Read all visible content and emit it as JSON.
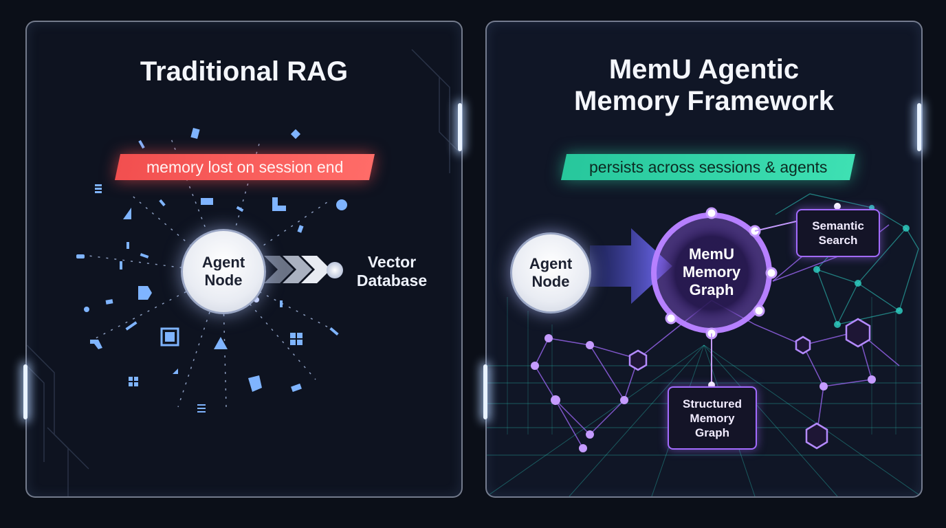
{
  "left_panel": {
    "title": "Traditional RAG",
    "banner": "memory lost on session end",
    "agent_node": {
      "line1": "Agent",
      "line2": "Node"
    },
    "vector_db": {
      "line1": "Vector",
      "line2": "Database"
    }
  },
  "right_panel": {
    "title_line1": "MemU Agentic",
    "title_line2": "Memory Framework",
    "banner": "persists across sessions & agents",
    "agent_node": {
      "line1": "Agent",
      "line2": "Node"
    },
    "memory_graph": {
      "line1": "MemU",
      "line2": "Memory",
      "line3": "Graph"
    },
    "semantic_search": {
      "line1": "Semantic",
      "line2": "Search"
    },
    "structured_graph": {
      "line1": "Structured",
      "line2": "Memory",
      "line3": "Graph"
    }
  },
  "colors": {
    "lost_banner": "#f05a5a",
    "persist_banner": "#2fd6a6",
    "fragment_blue": "#7fb4ff",
    "graph_purple": "#a36bff",
    "grid_teal": "#2fd6c8"
  }
}
